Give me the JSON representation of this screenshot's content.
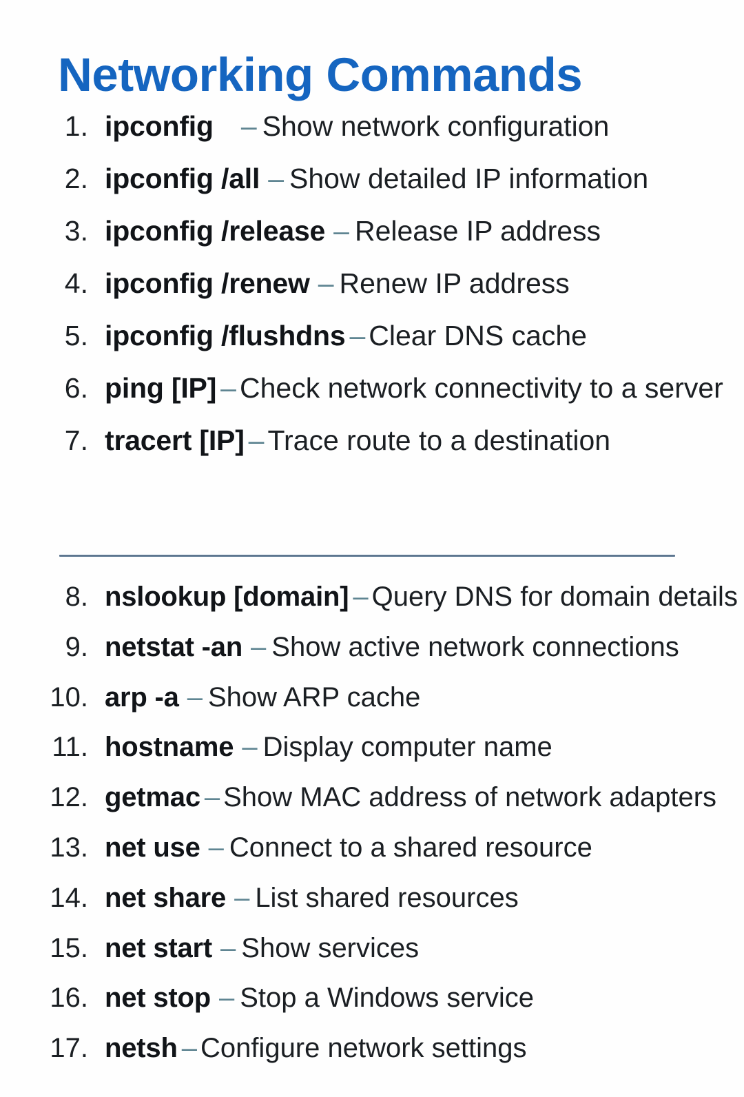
{
  "document": {
    "title": "Networking Commands",
    "title_color": "#1565c0",
    "background_color": "#fefefe",
    "text_color": "#1b1f23",
    "dash_color": "#5f8592",
    "divider_color": "#45566b",
    "separator_glyph": "–"
  },
  "section_one": {
    "items": [
      {
        "num": "1.",
        "command": "ipconfig",
        "dash": "–",
        "description": "Show network configuration"
      },
      {
        "num": "2.",
        "command": "ipconfig /all",
        "dash": "–",
        "description": "Show detailed IP information"
      },
      {
        "num": "3.",
        "command": "ipconfig /release",
        "dash": "–",
        "description": "Release IP address"
      },
      {
        "num": "4.",
        "command": "ipconfig /renew",
        "dash": "–",
        "description": "Renew IP address"
      },
      {
        "num": "5.",
        "command": "ipconfig /flushdns",
        "dash": "–",
        "description": "Clear DNS cache"
      },
      {
        "num": "6.",
        "command": "ping [IP]",
        "dash": "–",
        "description": "Check network connectivity to a server"
      },
      {
        "num": "7.",
        "command": "tracert [IP]",
        "dash": "–",
        "description": "Trace route to a destination"
      }
    ]
  },
  "section_two": {
    "items": [
      {
        "num": "8.",
        "command": "nslookup [domain]",
        "dash": "–",
        "description": "Query DNS for domain details"
      },
      {
        "num": "9.",
        "command": "netstat -an",
        "dash": "–",
        "description": "Show active network connections"
      },
      {
        "num": "10.",
        "command": "arp -a",
        "dash": "–",
        "description": "Show ARP cache"
      },
      {
        "num": "11.",
        "command": "hostname",
        "dash": "–",
        "description": "Display computer name"
      },
      {
        "num": "12.",
        "command": "getmac",
        "dash": "–",
        "description": "Show MAC address of network adapters"
      },
      {
        "num": "13.",
        "command": "net use",
        "dash": "–",
        "description": "Connect to a shared resource"
      },
      {
        "num": "14.",
        "command": "net share",
        "dash": "–",
        "description": "List shared resources"
      },
      {
        "num": "15.",
        "command": "net start",
        "dash": "–",
        "description": "Show services"
      },
      {
        "num": "16.",
        "command": "net stop",
        "dash": "–",
        "description": "Stop a Windows service"
      },
      {
        "num": "17.",
        "command": "netsh",
        "dash": "–",
        "description": "Configure network settings"
      }
    ]
  }
}
